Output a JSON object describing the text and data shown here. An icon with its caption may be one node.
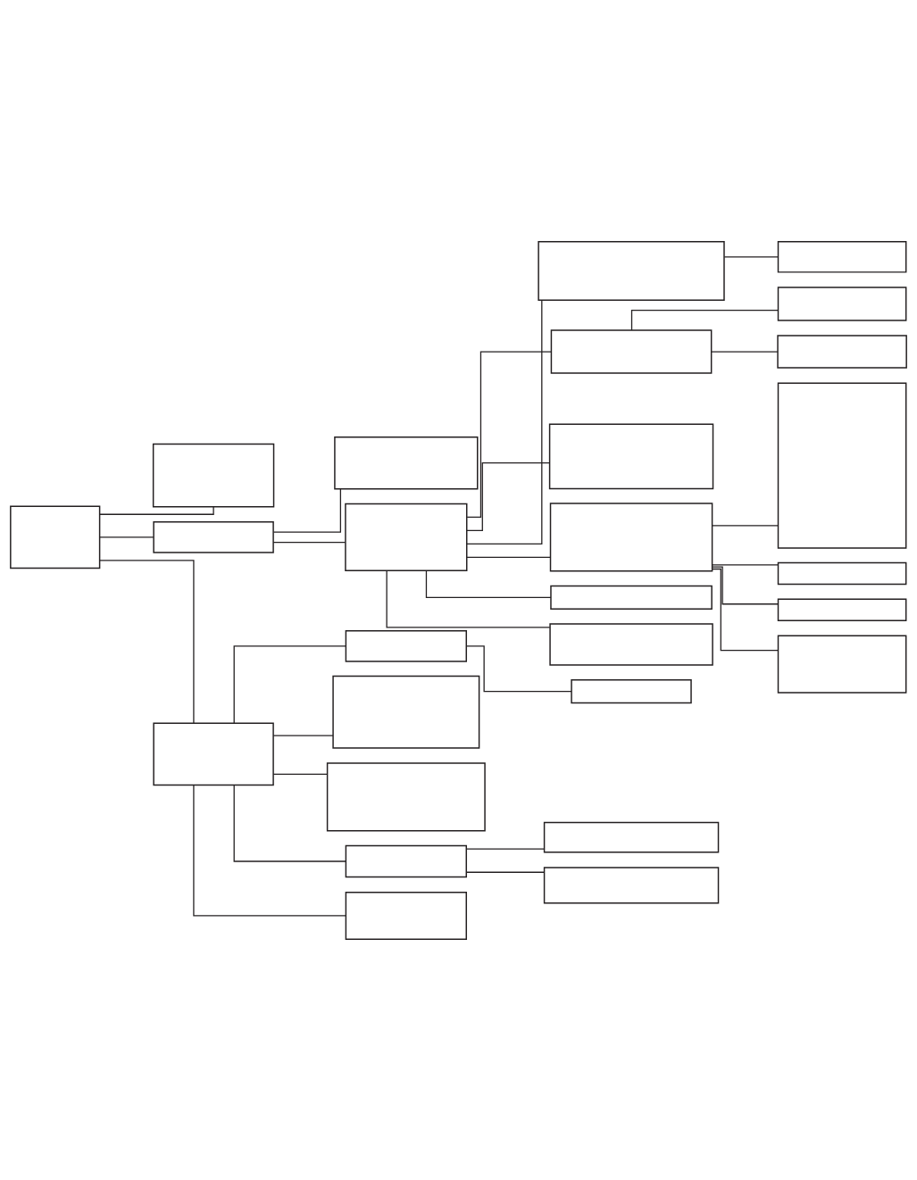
{
  "diagram": {
    "nodes": [
      {
        "text": [],
        "shape": "box"
      },
      {
        "text": [],
        "shape": "box"
      },
      {
        "text": [],
        "shape": "box"
      },
      {
        "text": [],
        "shape": "box"
      },
      {
        "text": [],
        "shape": "box"
      },
      {
        "text": [],
        "shape": "box"
      },
      {
        "text": [],
        "shape": "box"
      },
      {
        "text": [],
        "shape": "box"
      },
      {
        "text": [],
        "shape": "box"
      },
      {
        "text": [],
        "shape": "box"
      },
      {
        "text": [],
        "shape": "box"
      },
      {
        "text": [],
        "shape": "box"
      },
      {
        "text": [],
        "shape": "box"
      },
      {
        "text": [],
        "shape": "box"
      },
      {
        "text": [],
        "shape": "box"
      },
      {
        "text": [],
        "shape": "box"
      },
      {
        "text": [],
        "shape": "box"
      },
      {
        "text": [],
        "shape": "box"
      },
      {
        "text": [],
        "shape": "box"
      },
      {
        "text": [],
        "shape": "box"
      },
      {
        "text": [],
        "shape": "box"
      },
      {
        "text": [],
        "shape": "box"
      },
      {
        "text": [],
        "shape": "box"
      },
      {
        "text": [],
        "shape": "box"
      },
      {
        "text": [],
        "shape": "box"
      },
      {
        "text": [],
        "shape": "box"
      },
      {
        "text": [],
        "shape": "box"
      }
    ],
    "edges": [
      {
        "from": 0,
        "to": 1,
        "arrow": "none"
      },
      {
        "from": 0,
        "to": 2,
        "arrow": "none"
      },
      {
        "from": 0,
        "to": 3,
        "arrow": "none"
      },
      {
        "from": 2,
        "to": 4,
        "arrow": "none"
      },
      {
        "from": 2,
        "to": 5,
        "arrow": "none"
      },
      {
        "from": 3,
        "to": 6,
        "arrow": "none"
      },
      {
        "from": 3,
        "to": 7,
        "arrow": "none"
      },
      {
        "from": 3,
        "to": 8,
        "arrow": "none"
      },
      {
        "from": 3,
        "to": 9,
        "arrow": "none"
      },
      {
        "from": 3,
        "to": 10,
        "arrow": "none"
      },
      {
        "from": 5,
        "to": 11,
        "arrow": "none"
      },
      {
        "from": 5,
        "to": 12,
        "arrow": "none"
      },
      {
        "from": 5,
        "to": 13,
        "arrow": "none"
      },
      {
        "from": 5,
        "to": 14,
        "arrow": "none"
      },
      {
        "from": 5,
        "to": 15,
        "arrow": "none"
      },
      {
        "from": 5,
        "to": 16,
        "arrow": "none"
      },
      {
        "from": 6,
        "to": 17,
        "arrow": "none"
      },
      {
        "from": 9,
        "to": 18,
        "arrow": "none"
      },
      {
        "from": 9,
        "to": 19,
        "arrow": "none"
      },
      {
        "from": 11,
        "to": 20,
        "arrow": "none"
      },
      {
        "from": 12,
        "to": 21,
        "arrow": "none"
      },
      {
        "from": 12,
        "to": 22,
        "arrow": "none"
      },
      {
        "from": 14,
        "to": 23,
        "arrow": "none"
      },
      {
        "from": 14,
        "to": 24,
        "arrow": "none"
      },
      {
        "from": 14,
        "to": 25,
        "arrow": "none"
      },
      {
        "from": 14,
        "to": 26,
        "arrow": "none"
      }
    ]
  }
}
